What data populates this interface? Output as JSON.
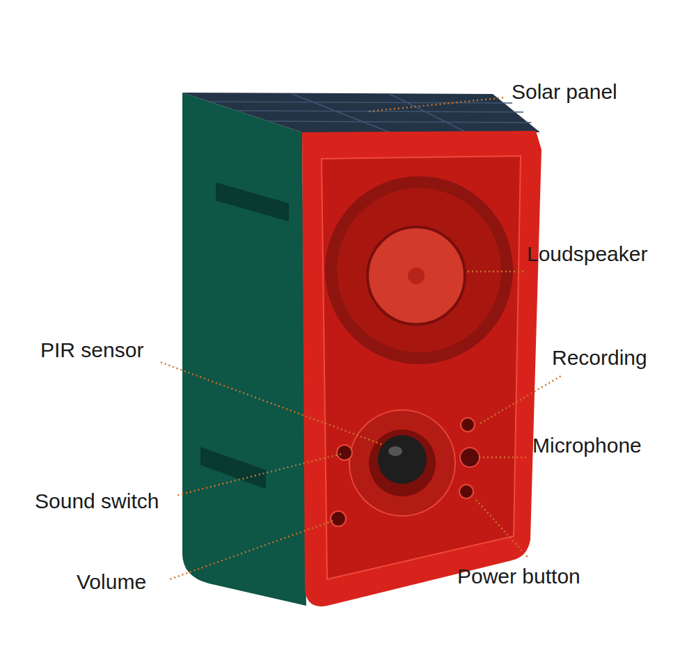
{
  "diagram": {
    "labels": [
      "Solar panel",
      "Loudspeaker",
      "PIR sensor",
      "Recording",
      "Microphone",
      "Sound switch",
      "Power button",
      "Volume"
    ]
  }
}
